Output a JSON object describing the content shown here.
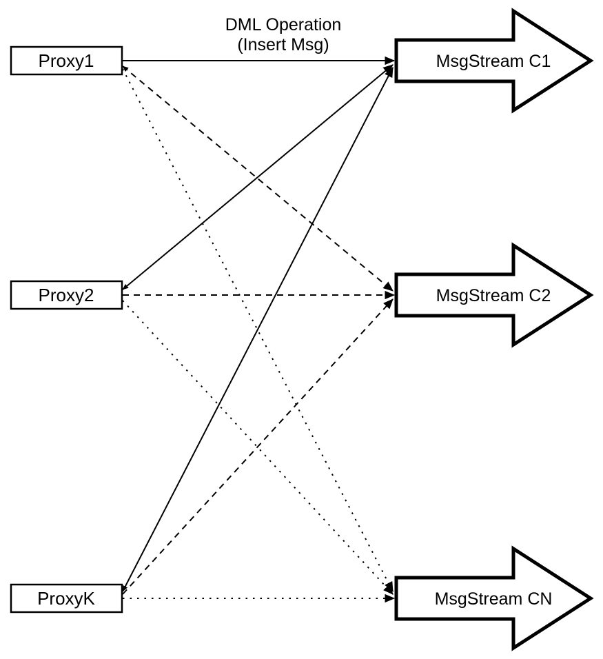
{
  "diagram": {
    "title_label": {
      "line1": "DML Operation",
      "line2": "(Insert Msg)"
    },
    "proxies": [
      {
        "label": "Proxy1"
      },
      {
        "label": "Proxy2"
      },
      {
        "label": "ProxyK"
      }
    ],
    "streams": [
      {
        "label": "MsgStream C1"
      },
      {
        "label": "MsgStream C2"
      },
      {
        "label": "MsgStream CN"
      }
    ],
    "connections": [
      {
        "from": "Proxy1",
        "to": "MsgStream C1",
        "style": "solid"
      },
      {
        "from": "Proxy1",
        "to": "MsgStream C2",
        "style": "dashed"
      },
      {
        "from": "Proxy1",
        "to": "MsgStream CN",
        "style": "dotted"
      },
      {
        "from": "Proxy2",
        "to": "MsgStream C1",
        "style": "solid"
      },
      {
        "from": "Proxy2",
        "to": "MsgStream C2",
        "style": "dashed"
      },
      {
        "from": "Proxy2",
        "to": "MsgStream CN",
        "style": "dotted"
      },
      {
        "from": "ProxyK",
        "to": "MsgStream C1",
        "style": "solid"
      },
      {
        "from": "ProxyK",
        "to": "MsgStream C2",
        "style": "dashed"
      },
      {
        "from": "ProxyK",
        "to": "MsgStream CN",
        "style": "dotted"
      }
    ],
    "legend_semantics": {
      "solid": "to MsgStream C1",
      "dashed": "to MsgStream C2",
      "dotted": "to MsgStream CN"
    },
    "colors": {
      "stroke": "#000000",
      "fill": "#ffffff",
      "background": "#ffffff"
    }
  }
}
